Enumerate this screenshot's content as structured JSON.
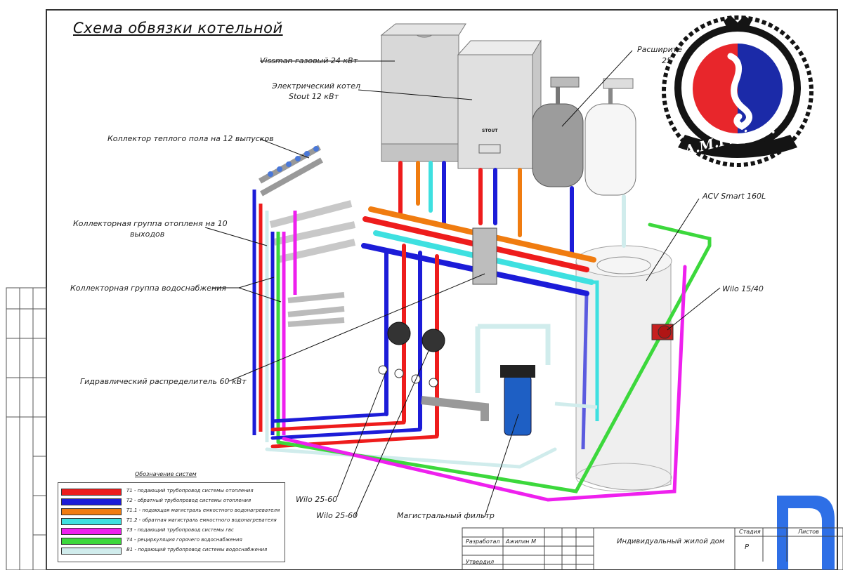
{
  "title": "Схема обвязки котельной",
  "labels": {
    "boiler_gas": "Vissman газовый 24 кВт",
    "boiler_electric_1": "Электрический котел",
    "boiler_electric_2": "Stout 12 кВт",
    "floor_collector": "Коллектор теплого пола на 12 выпусков",
    "heating_collector_1": "Коллекторная группа отопленя на 10",
    "heating_collector_2": "выходов",
    "water_collector": "Коллекторная группа водоснабжения",
    "hydro_separator": "Гидравлический распределитель 60 кВт",
    "expansion_1": "Расширите",
    "expansion_2": "25",
    "tank": "ACV Smart 160L",
    "recirc_pump": "Wilo  15/40",
    "pump_1": "Wilo 25-60",
    "pump_2": "Wilo 25-60",
    "filter": "Магистральный фильтр",
    "boiler_brand": "STOUT"
  },
  "logo": {
    "text": "A.M.Project.",
    "colors": {
      "red": "#e8262b",
      "blue": "#1b2aa8",
      "dark": "#141414"
    }
  },
  "legend": {
    "title": "Обозначение систем",
    "items": [
      {
        "color": "#ee1c1c",
        "text": "Т1 - подающий трубопровод системы отопления"
      },
      {
        "color": "#1c1cd8",
        "text": "Т2 - обратный трубопровод системы отопления"
      },
      {
        "color": "#f07c10",
        "text": "Т1.1 - подающая магистраль емкостного водонагревателя"
      },
      {
        "color": "#3ee0e0",
        "text": "Т1.2 - обратная магистраль емкостного водонагревателя"
      },
      {
        "color": "#ee20ee",
        "text": "Т3 - подающий трубопровод системы гвс"
      },
      {
        "color": "#3cd83c",
        "text": "Т4 - рециркуляция горячего водоснабжения"
      },
      {
        "color": "#d0ecec",
        "text": "В1 - подающий трубопровод системы водоснабжения"
      }
    ]
  },
  "stamp": {
    "developed_label": "Разработал",
    "developed_name": "Ажипин М",
    "approved_label": "Утвердил",
    "project": "Индивидуальный жилой дом",
    "stage_label": "Стадия",
    "stage_value": "Р",
    "sheets_label": "Листов"
  }
}
